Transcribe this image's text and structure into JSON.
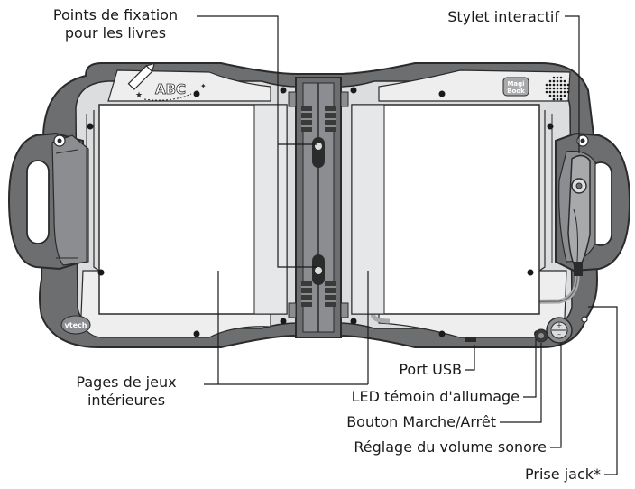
{
  "labels": {
    "fixation_points": [
      "Points de fixation",
      "pour les livres"
    ],
    "stylus": "Stylet interactif",
    "game_pages": [
      "Pages de jeux",
      "intérieures"
    ],
    "usb_port": "Port USB",
    "power_led": "LED témoin d'allumage",
    "power_button": "Bouton Marche/Arrêt",
    "volume": "Réglage du volume sonore",
    "jack": "Prise jack*"
  },
  "device": {
    "abc_text": "ABC",
    "logo_text": [
      "Magi",
      "Book"
    ],
    "brand_text": "vtech"
  },
  "colors": {
    "dark_grey": "#6d6e70",
    "mid_grey": "#a7a9ab",
    "light_grey": "#dcdddf",
    "page_white": "#f7f7f7",
    "outline": "#2b2b2b"
  }
}
